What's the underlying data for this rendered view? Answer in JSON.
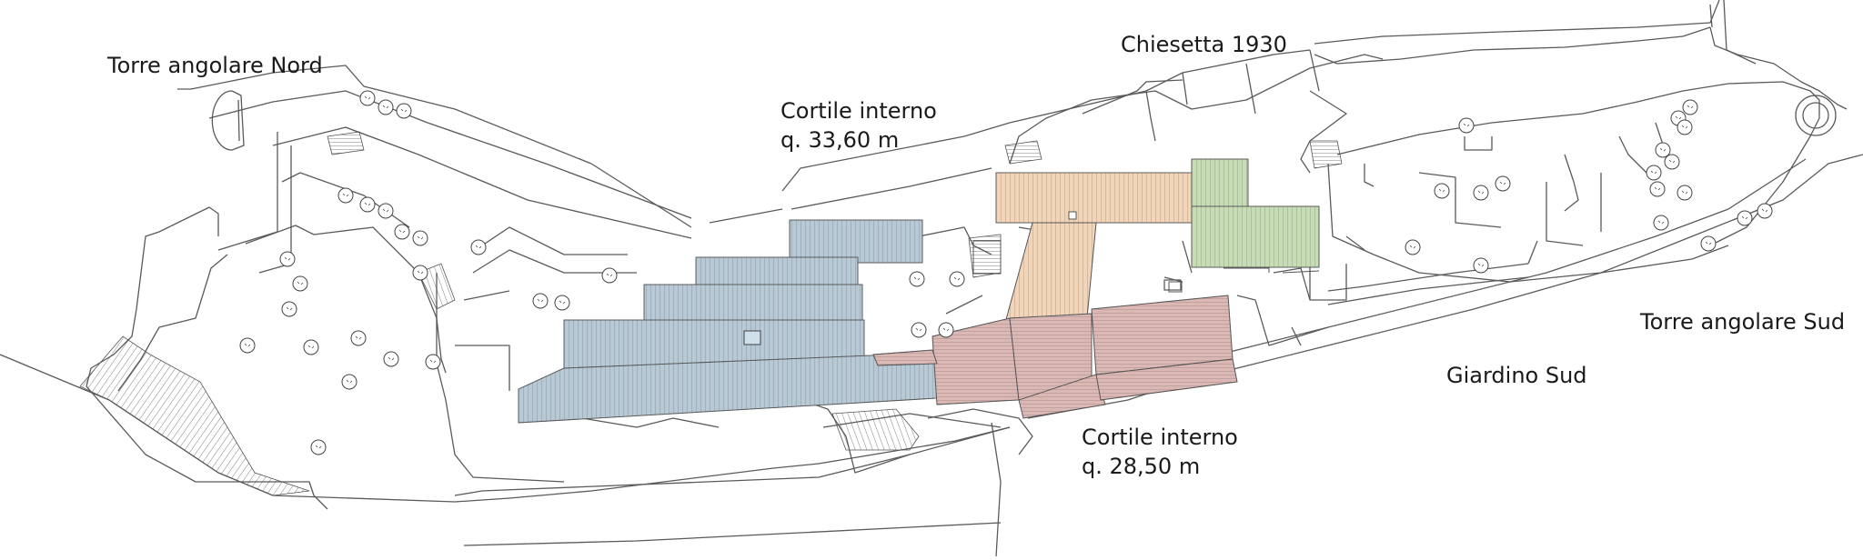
{
  "plan": {
    "labels": {
      "torre_nord": "Torre angolare Nord",
      "chiesetta": "Chiesetta 1930",
      "cortile_alto_name": "Cortile interno",
      "cortile_alto_quota": "q. 33,60 m",
      "cortile_basso_name": "Cortile interno",
      "cortile_basso_quota": "q. 28,50 m",
      "torre_sud": "Torre angolare Sud",
      "giardino_sud": "Giardino Sud"
    },
    "roof_colors": {
      "blue": "#b8c9d6",
      "orange": "#f2d5b8",
      "green": "#c6dcb4",
      "red": "#dcb8b4",
      "line": "#555555"
    }
  }
}
